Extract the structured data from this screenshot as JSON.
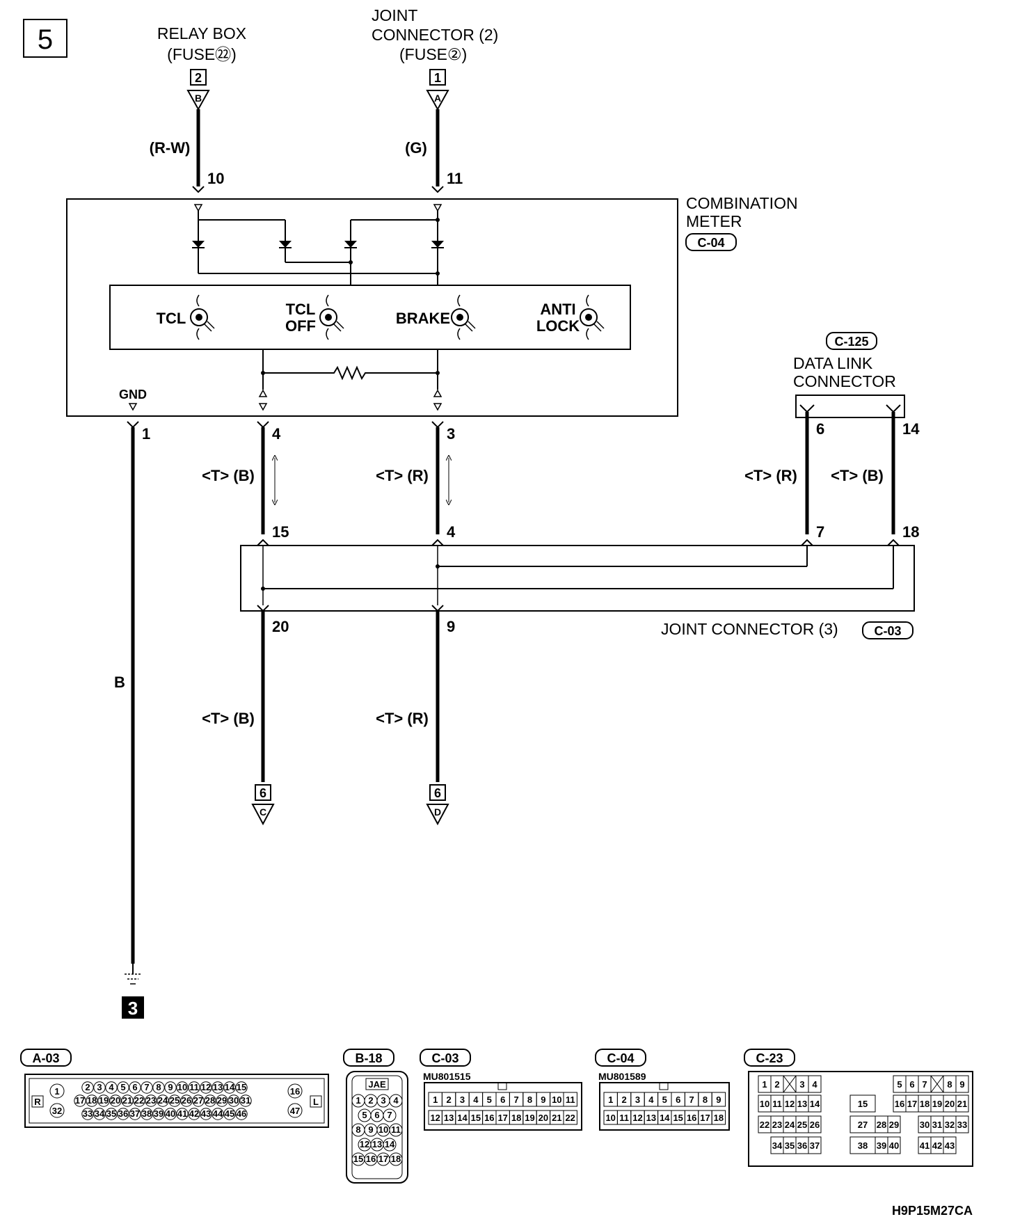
{
  "page_number": "5",
  "sources": {
    "relay_box": {
      "line1": "RELAY BOX",
      "line2": "(FUSE㉒)",
      "page": "2",
      "ref": "B",
      "wire": "(R-W)",
      "pin": "10"
    },
    "joint_connector_2": {
      "line1": "JOINT",
      "line2": "CONNECTOR (2)",
      "line3": "(FUSE②)",
      "page": "1",
      "ref": "A",
      "wire": "(G)",
      "pin": "11"
    }
  },
  "combination_meter": {
    "line1": "COMBINATION",
    "line2": "METER",
    "code": "C-04",
    "lamps": {
      "tcl": "TCL",
      "tcl_off_1": "TCL",
      "tcl_off_2": "OFF",
      "brake": "BRAKE",
      "antilock_1": "ANTI",
      "antilock_2": "LOCK"
    },
    "gnd": "GND",
    "pins": {
      "gnd": "1",
      "b": "4",
      "r": "3"
    }
  },
  "data_link": {
    "code": "C-125",
    "line1": "DATA LINK",
    "line2": "CONNECTOR",
    "pin_r": "6",
    "pin_b": "14"
  },
  "wires": {
    "tb": "<T> (B)",
    "tr": "<T> (R)",
    "ground": "B"
  },
  "joint_connector_3": {
    "label": "JOINT CONNECTOR (3)",
    "code": "C-03",
    "pins_top": {
      "b": "15",
      "r": "4",
      "dl_r": "7",
      "dl_b": "18"
    },
    "pins_bottom": {
      "b": "20",
      "r": "9"
    }
  },
  "outputs": {
    "c": {
      "page": "6",
      "ref": "C"
    },
    "d": {
      "page": "6",
      "ref": "D"
    }
  },
  "ground_ref": "3",
  "connector_views": {
    "a03": {
      "code": "A-03",
      "r": "R",
      "l": "L",
      "pin1": "1",
      "pin32": "32",
      "pin16": "16",
      "pin47": "47",
      "row1": [
        "2",
        "3",
        "4",
        "5",
        "6",
        "7",
        "8",
        "9",
        "10",
        "11",
        "12",
        "13",
        "14",
        "15"
      ],
      "row2": [
        "17",
        "18",
        "19",
        "20",
        "21",
        "22",
        "23",
        "24",
        "25",
        "26",
        "27",
        "28",
        "29",
        "30",
        "31"
      ],
      "row3": [
        "33",
        "34",
        "35",
        "36",
        "37",
        "38",
        "39",
        "40",
        "41",
        "42",
        "43",
        "44",
        "45",
        "46"
      ]
    },
    "b18": {
      "code": "B-18",
      "maker": "JAE",
      "rows": [
        [
          "1",
          "2",
          "3",
          "4"
        ],
        [
          "5",
          "6",
          "7"
        ],
        [
          "8",
          "9",
          "10",
          "11"
        ],
        [
          "12",
          "13",
          "14"
        ],
        [
          "15",
          "16",
          "17",
          "18"
        ]
      ]
    },
    "c03": {
      "code": "C-03",
      "part": "MU801515",
      "row1": [
        "1",
        "2",
        "3",
        "4",
        "5",
        "6",
        "7",
        "8",
        "9",
        "10",
        "11"
      ],
      "row2": [
        "12",
        "13",
        "14",
        "15",
        "16",
        "17",
        "18",
        "19",
        "20",
        "21",
        "22"
      ]
    },
    "c04": {
      "code": "C-04",
      "part": "MU801589",
      "row1": [
        "1",
        "2",
        "3",
        "4",
        "5",
        "6",
        "7",
        "8",
        "9"
      ],
      "row2": [
        "10",
        "11",
        "12",
        "13",
        "14",
        "15",
        "16",
        "17",
        "18"
      ]
    },
    "c23": {
      "code": "C-23",
      "r1a": [
        "1",
        "2",
        "",
        "3",
        "4"
      ],
      "r1b": [
        "5",
        "6",
        "7",
        "",
        "8",
        "9"
      ],
      "r2a": [
        "10",
        "11",
        "12",
        "13",
        "14"
      ],
      "mid": "15",
      "r2b": [
        "16",
        "17",
        "18",
        "19",
        "20",
        "21"
      ],
      "r3a": [
        "22",
        "23",
        "24",
        "25",
        "26"
      ],
      "r3mid": [
        "27",
        "28",
        "29"
      ],
      "r3b": [
        "30",
        "31",
        "32",
        "33"
      ],
      "r4a": [
        "34",
        "35",
        "36",
        "37"
      ],
      "r4mid": [
        "38",
        "39",
        "40"
      ],
      "r4b": [
        "41",
        "42",
        "43"
      ]
    }
  },
  "figure_id": "H9P15M27CA"
}
